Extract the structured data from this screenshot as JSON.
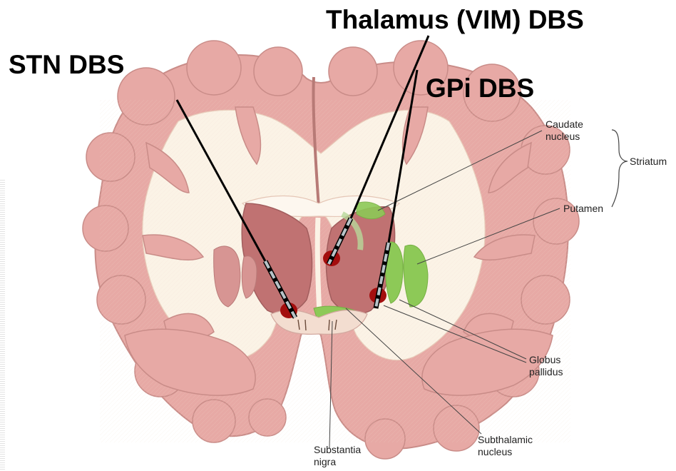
{
  "procedures": {
    "stn": "STN DBS",
    "vim": "Thalamus (VIM) DBS",
    "gpi": "GPi DBS"
  },
  "structures": {
    "caudate": [
      "Caudate",
      "nucleus"
    ],
    "striatum": "Striatum",
    "putamen": "Putamen",
    "globus": [
      "Globus",
      "pallidus"
    ],
    "subthalamic": [
      "Subthalamic",
      "nucleus"
    ],
    "nigra": [
      "Substantia",
      "nigra"
    ]
  },
  "colors": {
    "tissue": "#e7a9a5",
    "tissue_dark": "#c98c88",
    "white_matter": "#fbf3e6",
    "thalamus": "#c07272",
    "basal_ganglia": "#8dc957",
    "electrode_target": "#a30e0e",
    "lead": "#000000",
    "contact": "#b7c3c8"
  }
}
